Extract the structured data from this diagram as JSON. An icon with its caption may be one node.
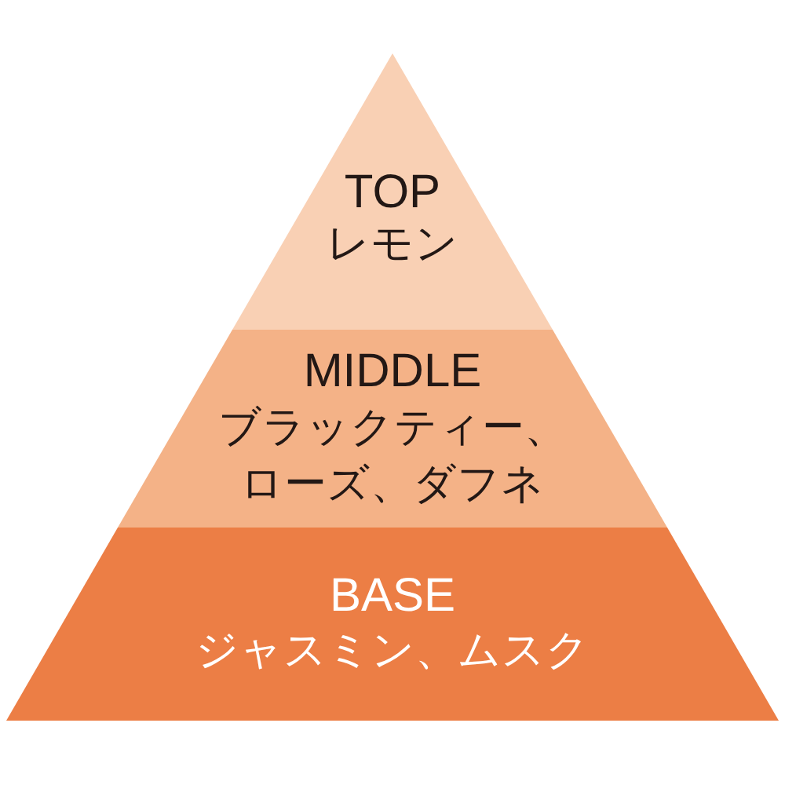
{
  "diagram": {
    "nodes": [
      {
        "text": [
          "TOP",
          "レモン"
        ]
      },
      {
        "text": [
          "MIDDLE",
          "ブラックティー、ローズ、ダフネ"
        ]
      },
      {
        "text": [
          "BASE",
          "ジャスミン、ムスク"
        ]
      }
    ]
  }
}
